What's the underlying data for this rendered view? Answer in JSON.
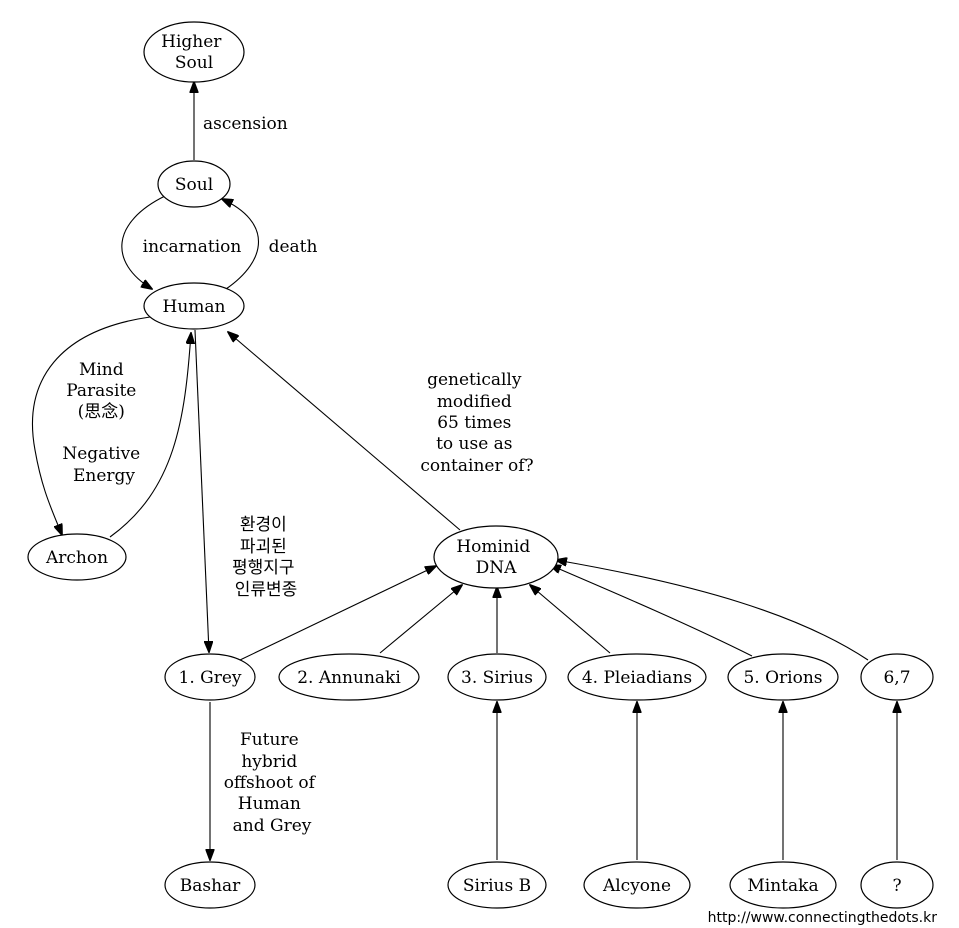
{
  "nodes": {
    "higher_soul": [
      "Higher",
      "Soul"
    ],
    "soul": [
      "Soul"
    ],
    "human": [
      "Human"
    ],
    "archon": [
      "Archon"
    ],
    "hominid_dna": [
      "Hominid",
      "DNA"
    ],
    "grey": [
      "1. Grey"
    ],
    "annunaki": [
      "2. Annunaki"
    ],
    "sirius": [
      "3. Sirius"
    ],
    "pleiadians": [
      "4. Pleiadians"
    ],
    "orions": [
      "5. Orions"
    ],
    "six_seven": [
      "6,7"
    ],
    "bashar": [
      "Bashar"
    ],
    "sirius_b": [
      "Sirius B"
    ],
    "alcyone": [
      "Alcyone"
    ],
    "mintaka": [
      "Mintaka"
    ],
    "unknown": [
      "?"
    ]
  },
  "edge_labels": {
    "ascension": [
      "ascension"
    ],
    "incarnation": [
      "incarnation"
    ],
    "death": [
      "death"
    ],
    "mind_parasite": [
      "Mind",
      "Parasite",
      "(思念)",
      "",
      "Negative",
      "Energy"
    ],
    "genetically_modified": [
      "genetically",
      "modified",
      "65 times",
      "to use as",
      "container of?"
    ],
    "korean_note": [
      "환경이",
      "파괴된",
      "평행지구",
      "인류변종"
    ],
    "future_hybrid": [
      "Future",
      "hybrid",
      "offshoot of",
      "Human",
      "and Grey"
    ]
  },
  "credit": "http://www.connectingthedots.kr"
}
